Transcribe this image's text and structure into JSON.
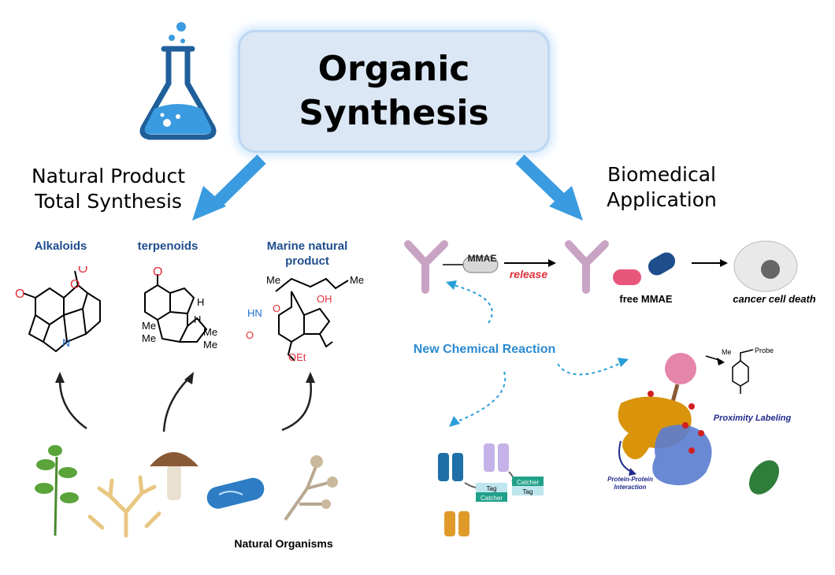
{
  "title": {
    "line1": "Organic",
    "line2": "Synthesis"
  },
  "left": {
    "heading_line1": "Natural Product",
    "heading_line2": "Total Synthesis",
    "classes": [
      "Alkaloids",
      "terpenoids",
      "Marine natural",
      "product"
    ],
    "organisms_label": "Natural Organisms"
  },
  "right": {
    "heading_line1": "Biomedical",
    "heading_line2": "Application",
    "mmae_tag": "MMAE",
    "release": "release",
    "free_mmae": "free MMAE",
    "cancer": "cancer cell death",
    "new_reaction": "New Chemical Reaction",
    "proximity": "Proximity Labeling",
    "ppi_line1": "Protein-Protein",
    "ppi_line2": "Interaction",
    "probe": "Probe",
    "me": "Me",
    "tag": "Tag",
    "catcher": "Catcher"
  },
  "molecule_labels": {
    "o": "O",
    "n": "N",
    "hn": "HN",
    "h": "H",
    "me": "Me",
    "oh": "OH",
    "oet": "OEt"
  },
  "colors": {
    "arrow_blue": "#3a9be0",
    "title_bg": "#dbe7f4",
    "heading_blue": "#1f4e8c",
    "release_red": "#e0303a",
    "dashed_blue": "#2a9ed8"
  },
  "icons": [
    "flask-icon",
    "antibody-icon",
    "mmae-pill-icon",
    "capsule-icon",
    "cancer-cell-icon",
    "plant-icon",
    "coral-icon",
    "mushroom-icon",
    "bacterium-icon",
    "mold-icon",
    "protein-complex-icon",
    "protein-fragment-icon",
    "catcher-tag-icon"
  ]
}
